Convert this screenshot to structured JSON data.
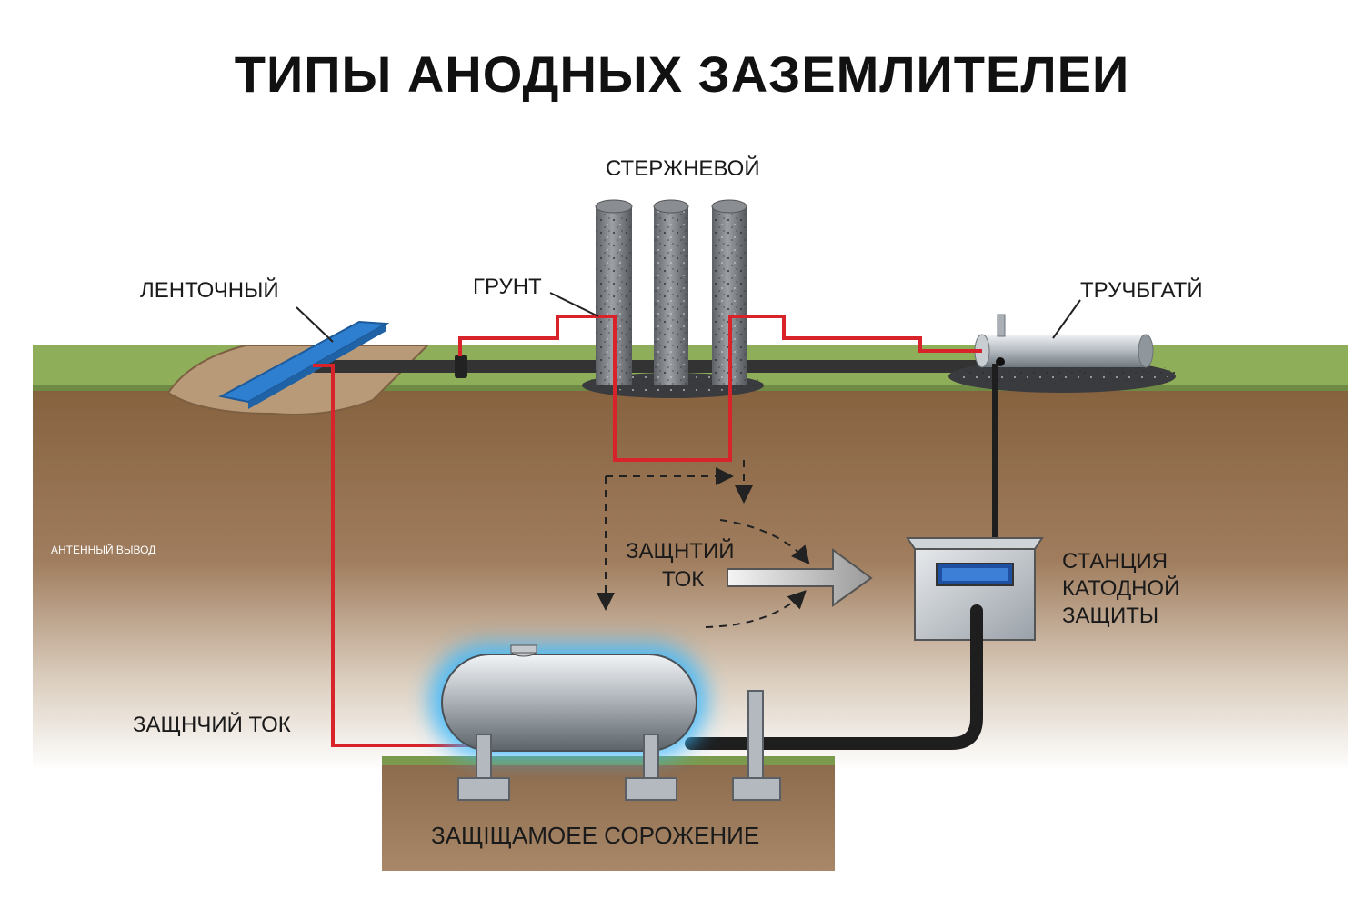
{
  "title": "ТИПЫ АНОДНЫХ ЗАЗЕМЛИТЕЛЕИ",
  "labels": {
    "rod": "СТЕРЖНЕВОЙ",
    "strip": "ЛЕНТОЧНЫЙ",
    "ground": "ГРУНТ",
    "pipe": "ТРУЧБГАТЙ",
    "antenna_lead": "АНТЕННЫЙ ВЫВОД",
    "protective_current_1": "ЗАЩНТИЙ",
    "protective_current_2": "ТОК",
    "station_1": "СТАНЦИЯ",
    "station_2": "КАТОДНОЙ",
    "station_3": "ЗАЩИТЫ",
    "protective_current_left": "ЗАЩНЧИЙ ТОК",
    "protected_structure": "ЗАЩІЩАМОЕЕ СОРОЖЕНИЕ"
  },
  "colors": {
    "grass": "#8fae5a",
    "soil": "#8a6748",
    "soil_light": "#c9b6a0",
    "red_wire": "#d8232a",
    "black_cable": "#2a2a2a",
    "strip_anode": "#2f7fd1",
    "glow": "#39b8ff",
    "concrete": "#7b7e82",
    "steel": "#b5bcc2"
  }
}
